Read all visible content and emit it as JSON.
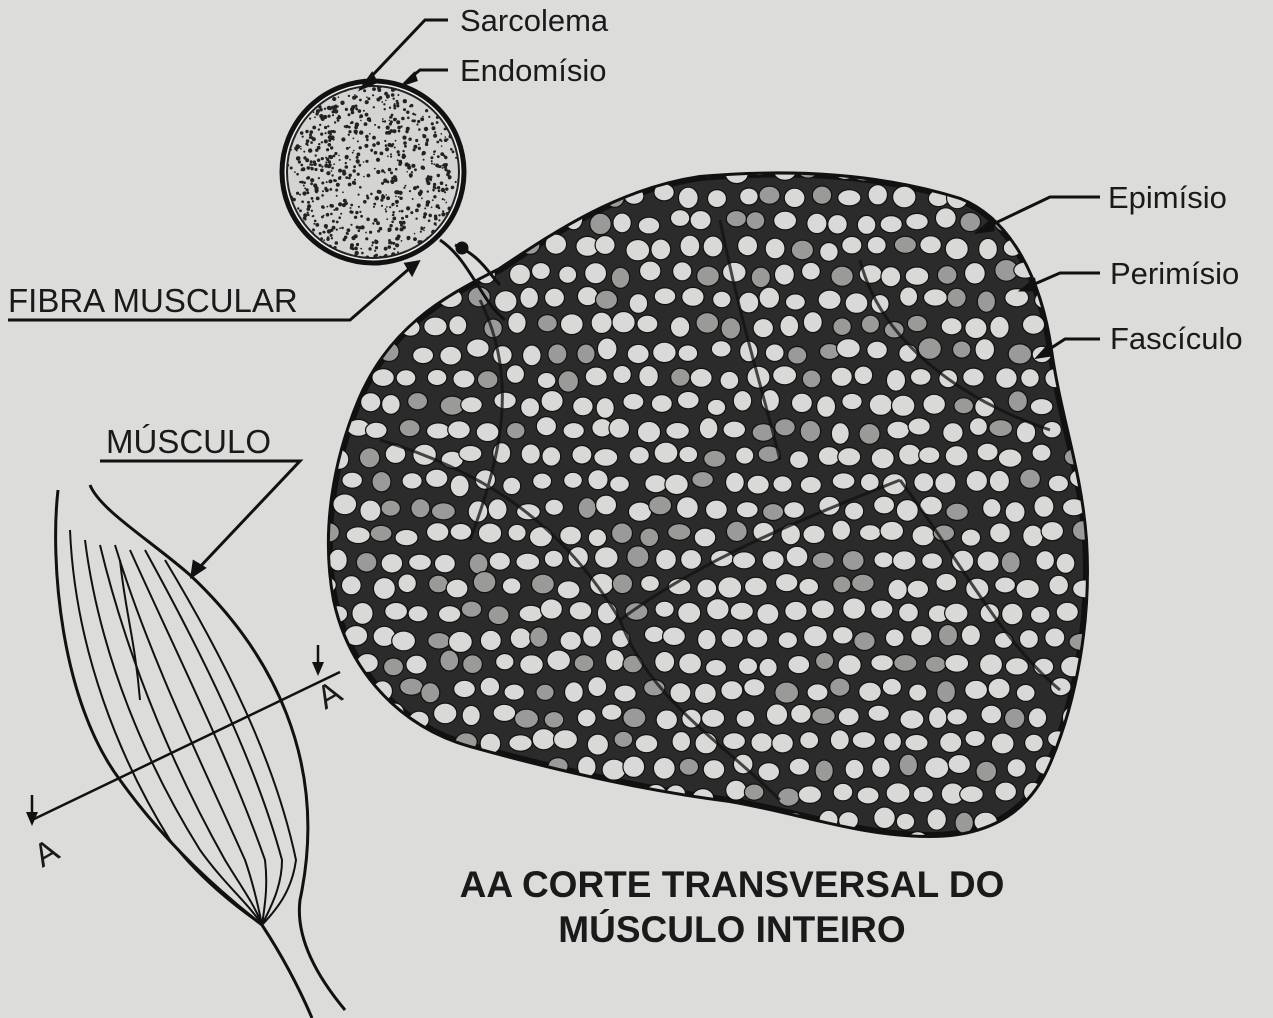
{
  "labels": {
    "sarcolema": "Sarcolema",
    "endomisio": "Endomísio",
    "epimisio": "Epimísio",
    "perimisio": "Perimísio",
    "fasciculo": "Fascículo",
    "fibra_muscular": "FIBRA MUSCULAR",
    "musculo": "MÚSCULO",
    "section_mark": "A"
  },
  "caption": {
    "line1": "AA CORTE TRANSVERSAL DO",
    "line2": "MÚSCULO INTEIRO"
  },
  "colors": {
    "background": "#dcdcda",
    "ink": "#1a1a1a"
  }
}
